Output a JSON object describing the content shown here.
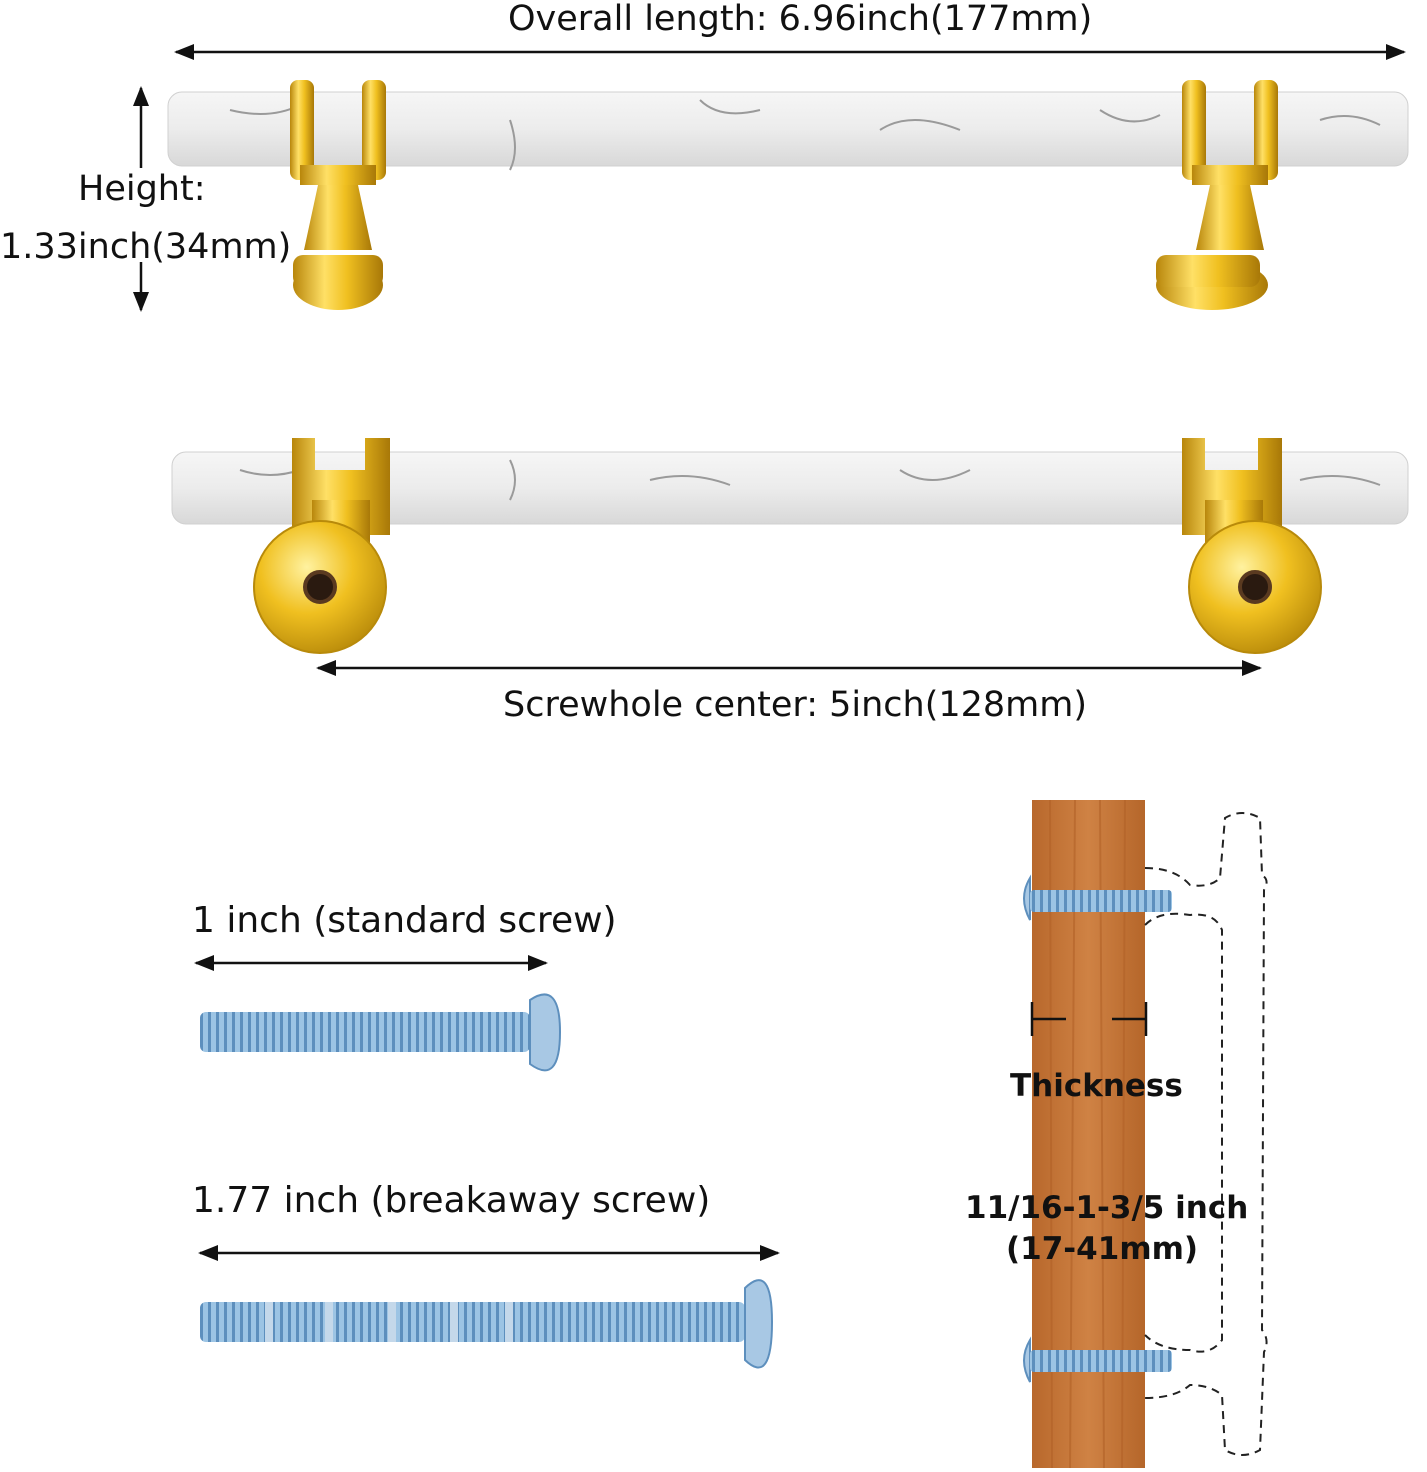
{
  "dimensions": {
    "overall_length": "Overall length: 6.96inch(177mm)",
    "height_line1": "Height:",
    "height_line2": "1.33inch(34mm)",
    "screwhole_center": "Screwhole center: 5inch(128mm)"
  },
  "screws": {
    "standard": "1 inch (standard screw)",
    "breakaway": "1.77 inch (breakaway screw)"
  },
  "install": {
    "thickness_label": "Thickness",
    "thickness_range": "11/16-1-3/5 inch",
    "thickness_mm": "(17-41mm)"
  },
  "colors": {
    "marble": "#eeeeee",
    "gold": "#e6b820",
    "screw": "#8fb9dc",
    "wood": "#c8783a",
    "arrow": "#111111"
  }
}
